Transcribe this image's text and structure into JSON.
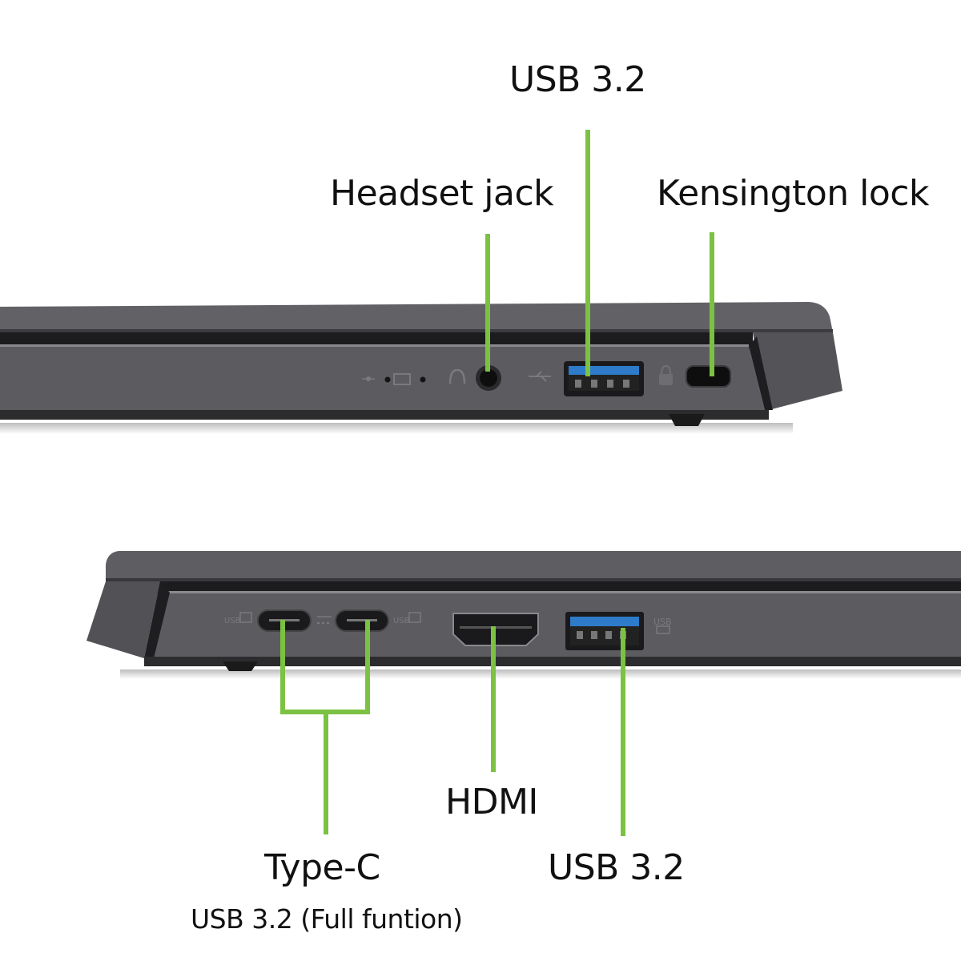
{
  "top_view": {
    "labels": {
      "usb_a": "USB 3.2",
      "headset": "Headset jack",
      "kensington": "Kensington lock"
    }
  },
  "bottom_view": {
    "labels": {
      "type_c": "Type-C",
      "type_c_sub": "USB 3.2 (Full funtion)",
      "hdmi": "HDMI",
      "usb_a": "USB 3.2"
    }
  },
  "colors": {
    "callout_line": "#7cc242",
    "chassis": "#58585b",
    "chassis_dark": "#2a2a2c",
    "usb_blue": "#2a6fb8"
  }
}
